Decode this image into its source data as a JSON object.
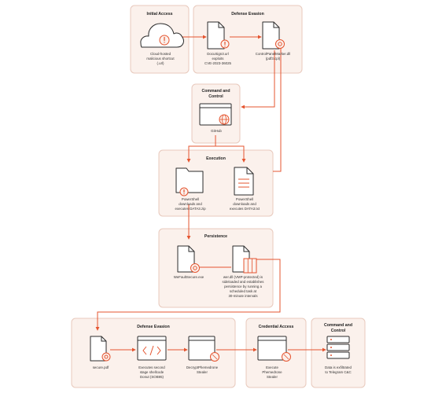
{
  "panels": {
    "initial_access": "Initial Access",
    "defense_evasion_1": "Defense Evasion",
    "command_control_1": [
      "Command and",
      "Control"
    ],
    "execution": "Execution",
    "persistence": "Persistence",
    "defense_evasion_2": "Defense Evasion",
    "credential_access": "Credential Access",
    "command_control_2": [
      "Command and",
      "Control"
    ]
  },
  "nodes": {
    "shortcut": [
      "Cloud-hosted",
      "malicious shortcut",
      "(.url)"
    ],
    "docusign": [
      "DocuSign3.url",
      "exploits",
      "CVE-2023-36025"
    ],
    "controlpanel": [
      "ControlPanelMarker.dll",
      "(pdf3.cpl)"
    ],
    "github": [
      "GitHub"
    ],
    "ps_zip": [
      "PowerShell",
      "downloads and",
      "executes DATA3.zip"
    ],
    "ps_txt": [
      "PowerShell",
      "downloads and",
      "executes DATA3.txt"
    ],
    "wefault": [
      "WeFaultSecure.exe"
    ],
    "wer_dll": [
      "wer.dll (VMP-protected) is",
      "sideloaded and establishes",
      "persistence by running a",
      "scheduled task at",
      "30-minute intervals"
    ],
    "secure_pdf": [
      "secure.pdf"
    ],
    "donut": [
      "Executes second",
      "stage shellcode",
      "Donut (SOB95)"
    ],
    "decrypt": [
      "DecryptPhemedrone",
      "Stealer"
    ],
    "execute_stealer": [
      "Execute",
      "Phemedrone",
      "Stealer"
    ],
    "exfil": [
      "Data is exfiltrated",
      "to Telegram C&C"
    ]
  },
  "colors": {
    "accent": "#e5542f",
    "panel": "#fbf1ec",
    "panel_border": "#e8c9bd",
    "icon": "#2b2b2b"
  }
}
